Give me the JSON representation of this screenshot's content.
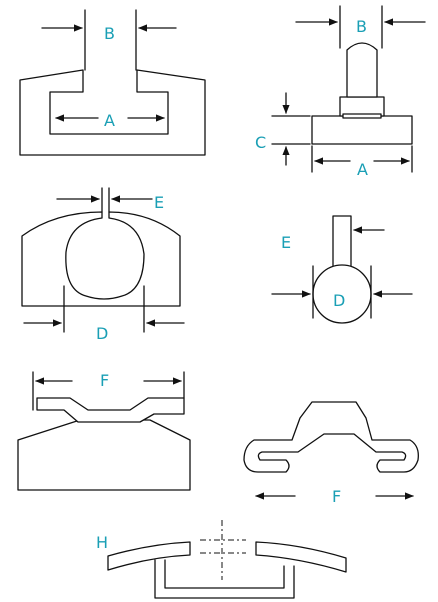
{
  "labels": {
    "profile1": {
      "a": "A",
      "b": "B"
    },
    "profile2": {
      "a": "A",
      "b": "B",
      "c": "C"
    },
    "profile3": {
      "d": "D",
      "e": "E"
    },
    "profile4": {
      "d": "D",
      "e": "E"
    },
    "profile5": {
      "f": "F"
    },
    "profile6": {
      "f": "F"
    },
    "profile7": {
      "h": "H"
    }
  },
  "colors": {
    "label": "#1a9fb5",
    "line": "#111111"
  }
}
